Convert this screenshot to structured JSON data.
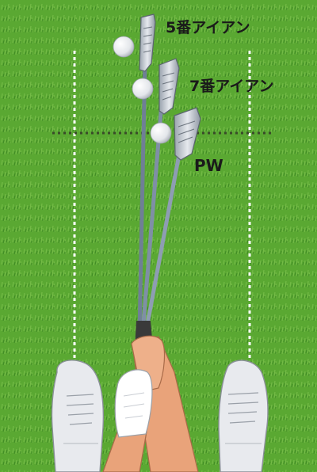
{
  "labels": {
    "iron5": "5番アイアン",
    "iron7": "7番アイアン",
    "pw": "PW"
  },
  "colors": {
    "grass": "#5aa832",
    "grass_dark": "#3f8a24",
    "grass_light": "#7cc24e",
    "line": "#ffffff",
    "shaft": "#7f8fa6",
    "club_head": "#c9ced6",
    "skin": "#e9a37a",
    "glove": "#ffffff",
    "shoe": "#e8eaee"
  },
  "icons": [
    "golf-ball-icon",
    "iron-club-icon",
    "golf-shoe-icon",
    "glove-hand-icon"
  ]
}
